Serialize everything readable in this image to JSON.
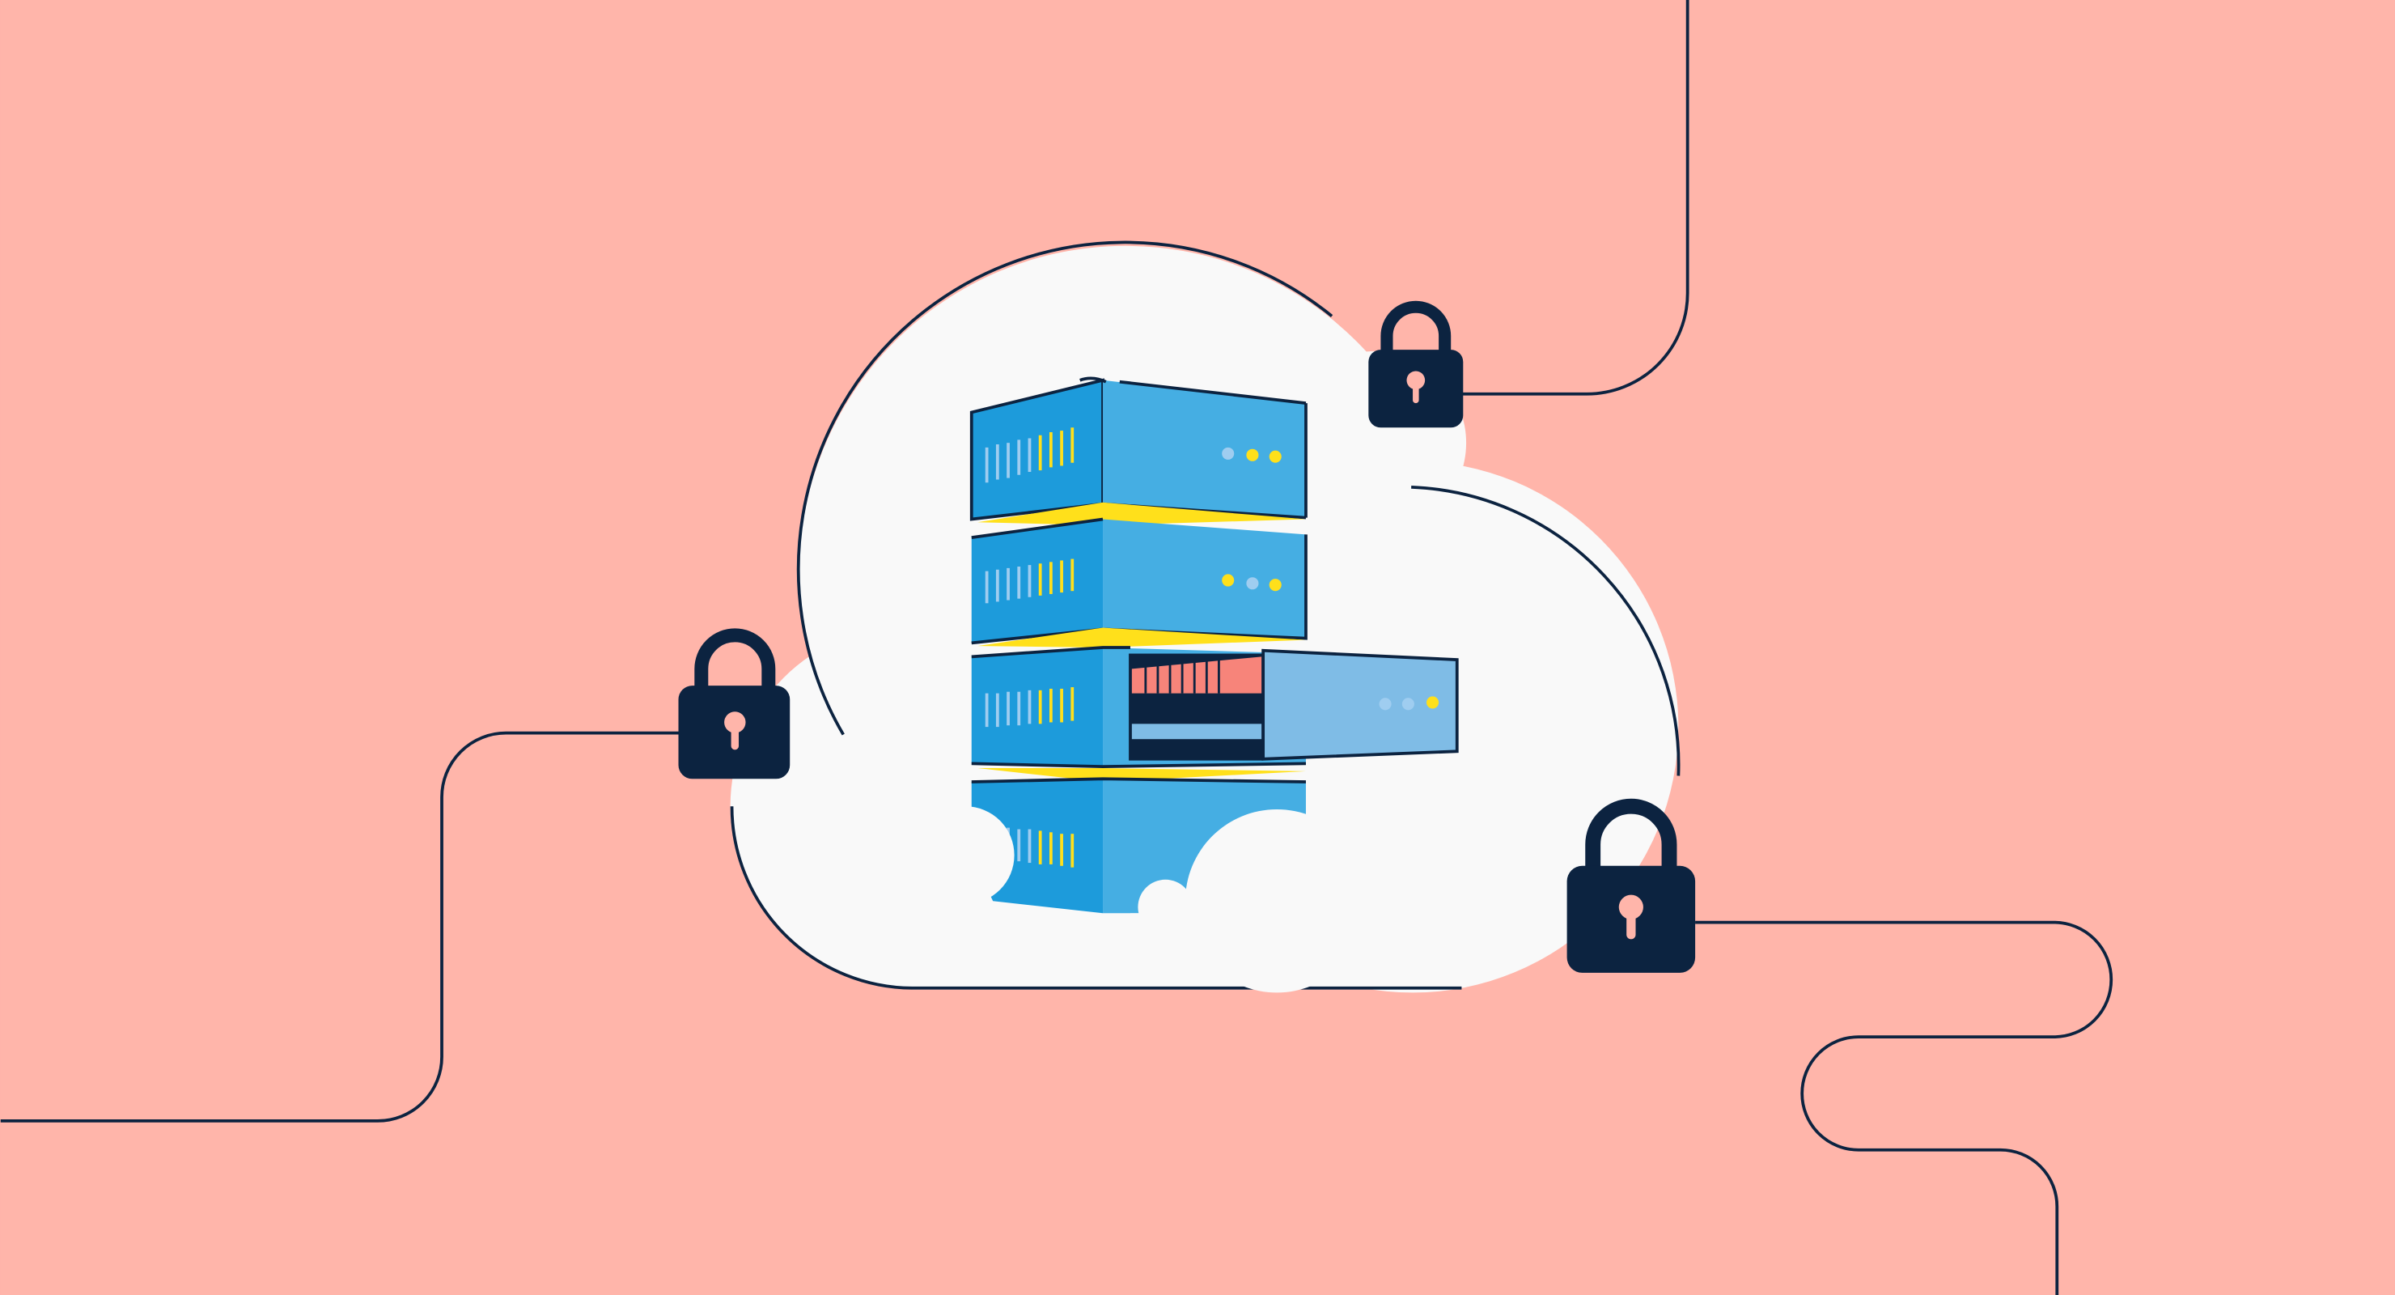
{
  "colors": {
    "background": "#FFB5AA",
    "cloud": "#F9F9F9",
    "outline": "#0C2340",
    "lock_body": "#0C2340",
    "server_front": "#45AEE3",
    "server_side": "#1D9BDB",
    "drawer_face": "#7FBCE6",
    "accent_yellow": "#FFE01B",
    "accent_light_blue": "#9FCDF0",
    "drive_pink": "#F7847A",
    "drive_slot_dark": "#0C2340"
  },
  "scene": {
    "elements": [
      {
        "name": "cloud",
        "icon": "cloud-icon"
      },
      {
        "name": "server-stack",
        "icon": "server-icon",
        "units": 4,
        "open_drawer_unit": 3
      },
      {
        "name": "padlock-left",
        "icon": "padlock-icon"
      },
      {
        "name": "padlock-top",
        "icon": "padlock-icon"
      },
      {
        "name": "padlock-right",
        "icon": "padlock-icon"
      },
      {
        "name": "connector-lines",
        "icon": "wire-icon",
        "count": 3
      }
    ]
  }
}
